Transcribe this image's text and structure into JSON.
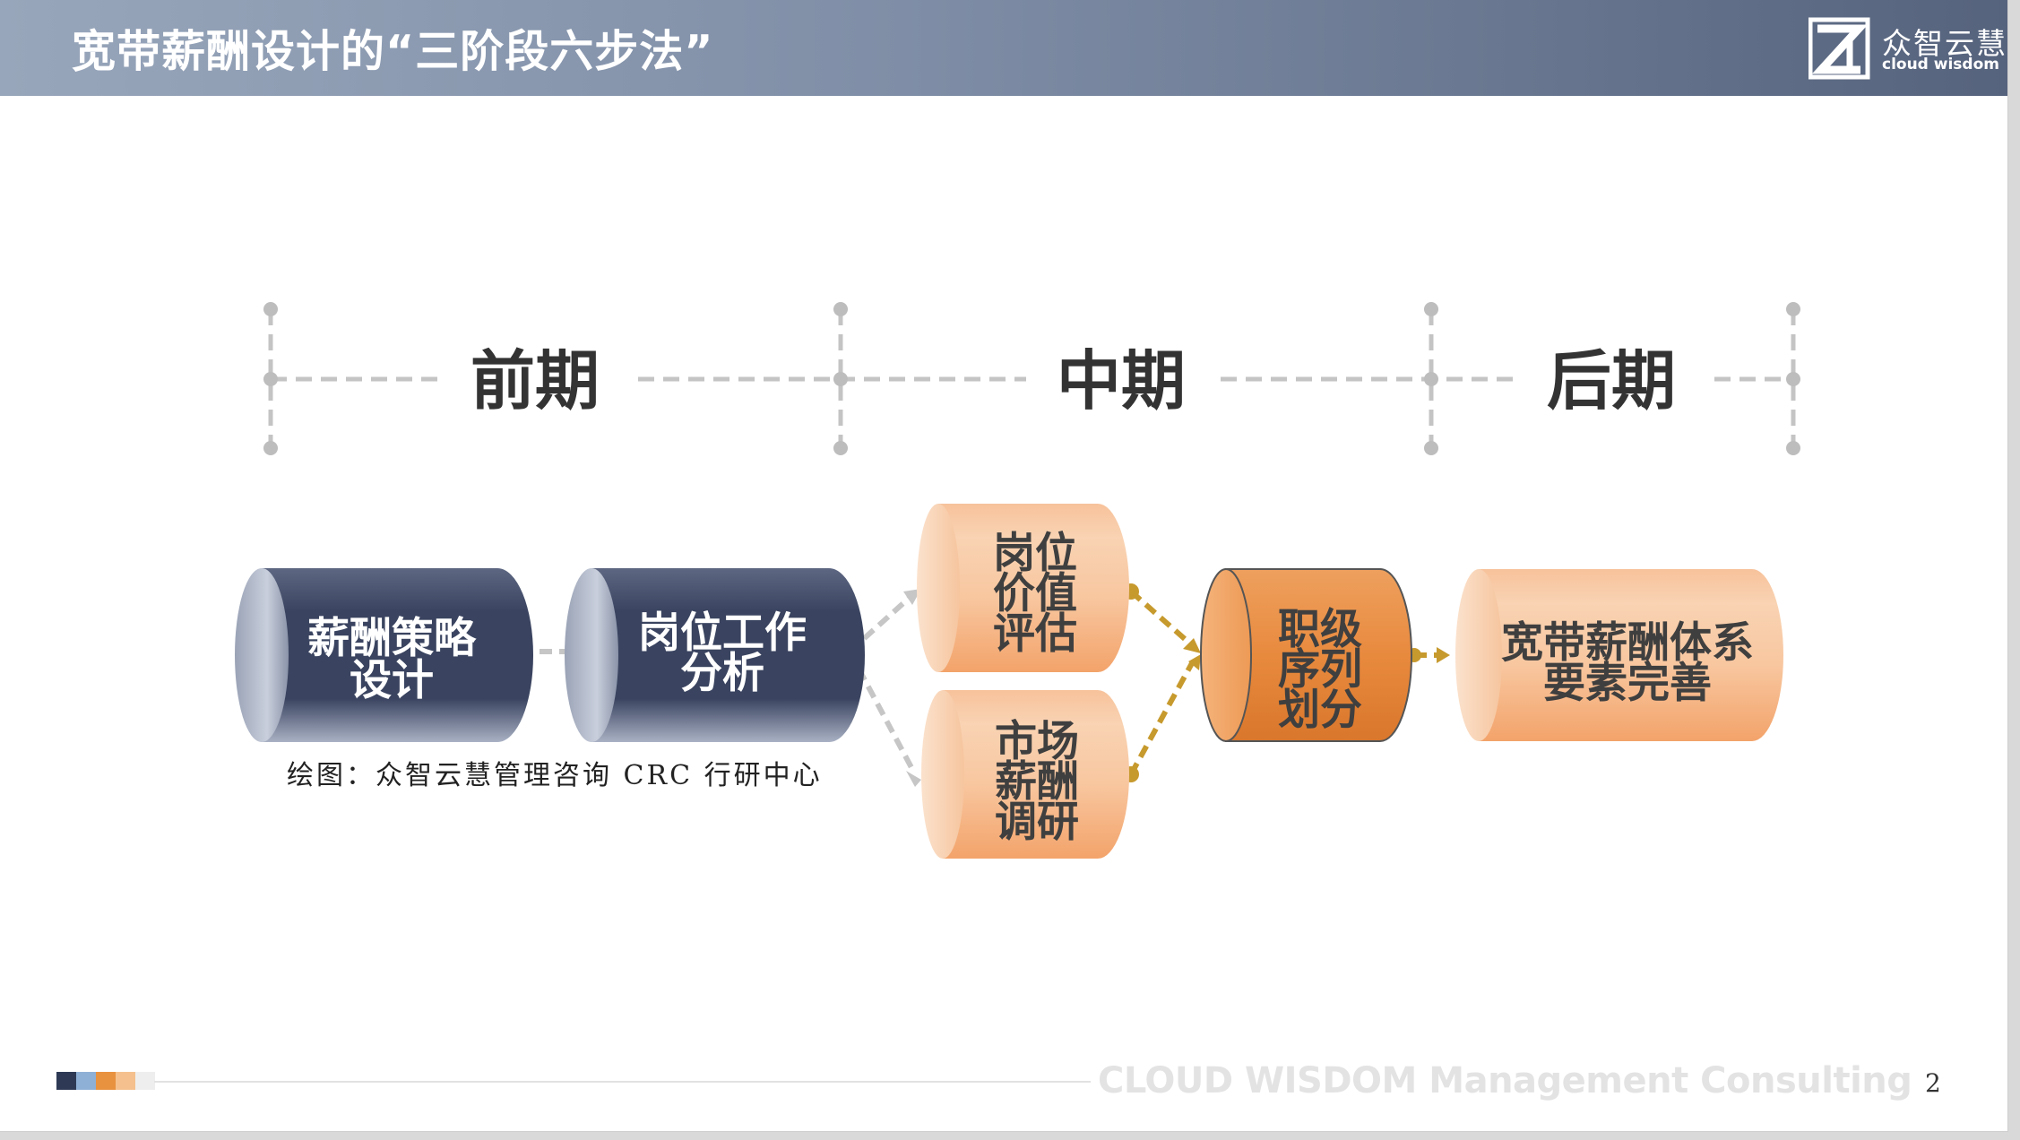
{
  "header": {
    "title": "宽带薪酬设计的“三阶段六步法”",
    "logo_name": "众智云慧",
    "logo_sub": "cloud wisdom"
  },
  "phases": [
    "前期",
    "中期",
    "后期"
  ],
  "steps": [
    {
      "lines": [
        "薪酬策略",
        "设计"
      ]
    },
    {
      "lines": [
        "岗位工作",
        "分析"
      ]
    },
    {
      "lines": [
        "岗位",
        "价值",
        "评估"
      ]
    },
    {
      "lines": [
        "市场",
        "薪酬",
        "调研"
      ]
    },
    {
      "lines": [
        "职级",
        "序列",
        "划分"
      ]
    },
    {
      "lines": [
        "宽带薪酬体系",
        "要素完善"
      ]
    }
  ],
  "credit": "绘图：众智云慧管理咨询 CRC 行研中心",
  "footer": {
    "brand": "CLOUD WISDOM  Management Consulting",
    "page_number": "2"
  },
  "colors": {
    "header_dark": "#56637d",
    "cylinder_navy": "#3b4560",
    "cylinder_peach": "#f5b98a",
    "cylinder_orange": "#e98a3e",
    "arrow_gold": "#c79a2e",
    "arrow_gray": "#c8c8c8",
    "footer_squares": [
      "#2e3a55",
      "#8fb0d6",
      "#e8913f",
      "#f5c08d",
      "#eeeeee"
    ]
  }
}
